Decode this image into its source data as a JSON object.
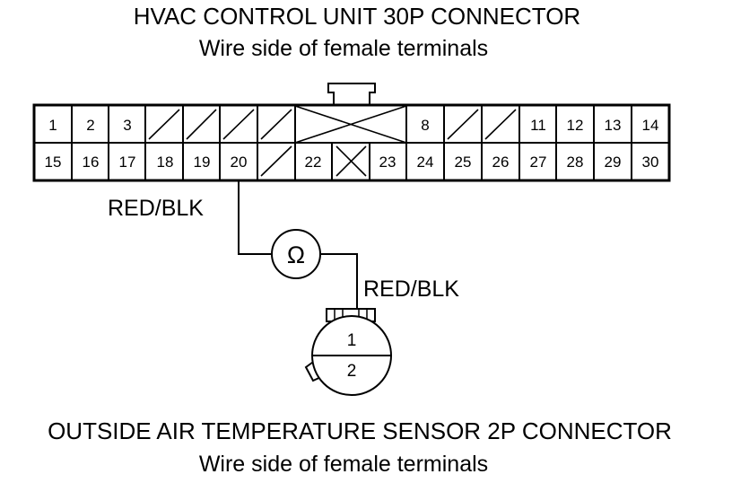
{
  "top_connector": {
    "title": "HVAC CONTROL UNIT 30P CONNECTOR",
    "subtitle": "Wire side of female terminals",
    "row1": [
      "1",
      "2",
      "3",
      "",
      "",
      "",
      "",
      "",
      "",
      "8",
      "",
      "",
      "11",
      "12",
      "13",
      "14"
    ],
    "row2": [
      "15",
      "16",
      "17",
      "18",
      "19",
      "20",
      "",
      "22",
      "",
      "23",
      "24",
      "25",
      "26",
      "27",
      "28",
      "29",
      "30"
    ]
  },
  "wires": {
    "upper_label": "RED/BLK",
    "lower_label": "RED/BLK"
  },
  "meter": {
    "symbol": "Ω",
    "icon": "ohmmeter-icon"
  },
  "bottom_connector": {
    "title": "OUTSIDE AIR TEMPERATURE SENSOR 2P CONNECTOR",
    "subtitle": "Wire side of female terminals",
    "pins": [
      "1",
      "2"
    ]
  }
}
